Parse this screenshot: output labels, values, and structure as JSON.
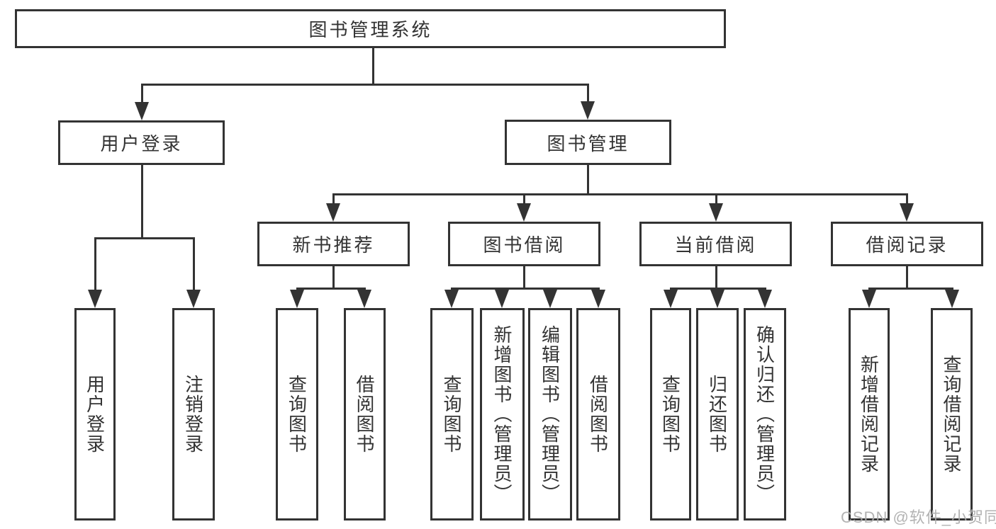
{
  "diagram": {
    "root": {
      "label": "图书管理系统"
    },
    "branches": [
      {
        "label": "用户登录",
        "children": [
          {
            "label": "用户登录"
          },
          {
            "label": "注销登录"
          }
        ]
      },
      {
        "label": "图书管理",
        "children": [
          {
            "label": "新书推荐",
            "children": [
              {
                "label": "查询图书"
              },
              {
                "label": "借阅图书"
              }
            ]
          },
          {
            "label": "图书借阅",
            "children": [
              {
                "label": "查询图书"
              },
              {
                "label": "新增图书（管理员）"
              },
              {
                "label": "编辑图书（管理员）"
              },
              {
                "label": "借阅图书"
              }
            ]
          },
          {
            "label": "当前借阅",
            "children": [
              {
                "label": "查询图书"
              },
              {
                "label": "归还图书"
              },
              {
                "label": "确认归还（管理员）"
              }
            ]
          },
          {
            "label": "借阅记录",
            "children": [
              {
                "label": "新增借阅记录"
              },
              {
                "label": "查询借阅记录"
              }
            ]
          }
        ]
      }
    ]
  },
  "watermark": {
    "text": "CSDN @软件_小贺同学"
  },
  "colors": {
    "line": "#333333",
    "watermark": "#acacac",
    "background": "#ffffff"
  }
}
